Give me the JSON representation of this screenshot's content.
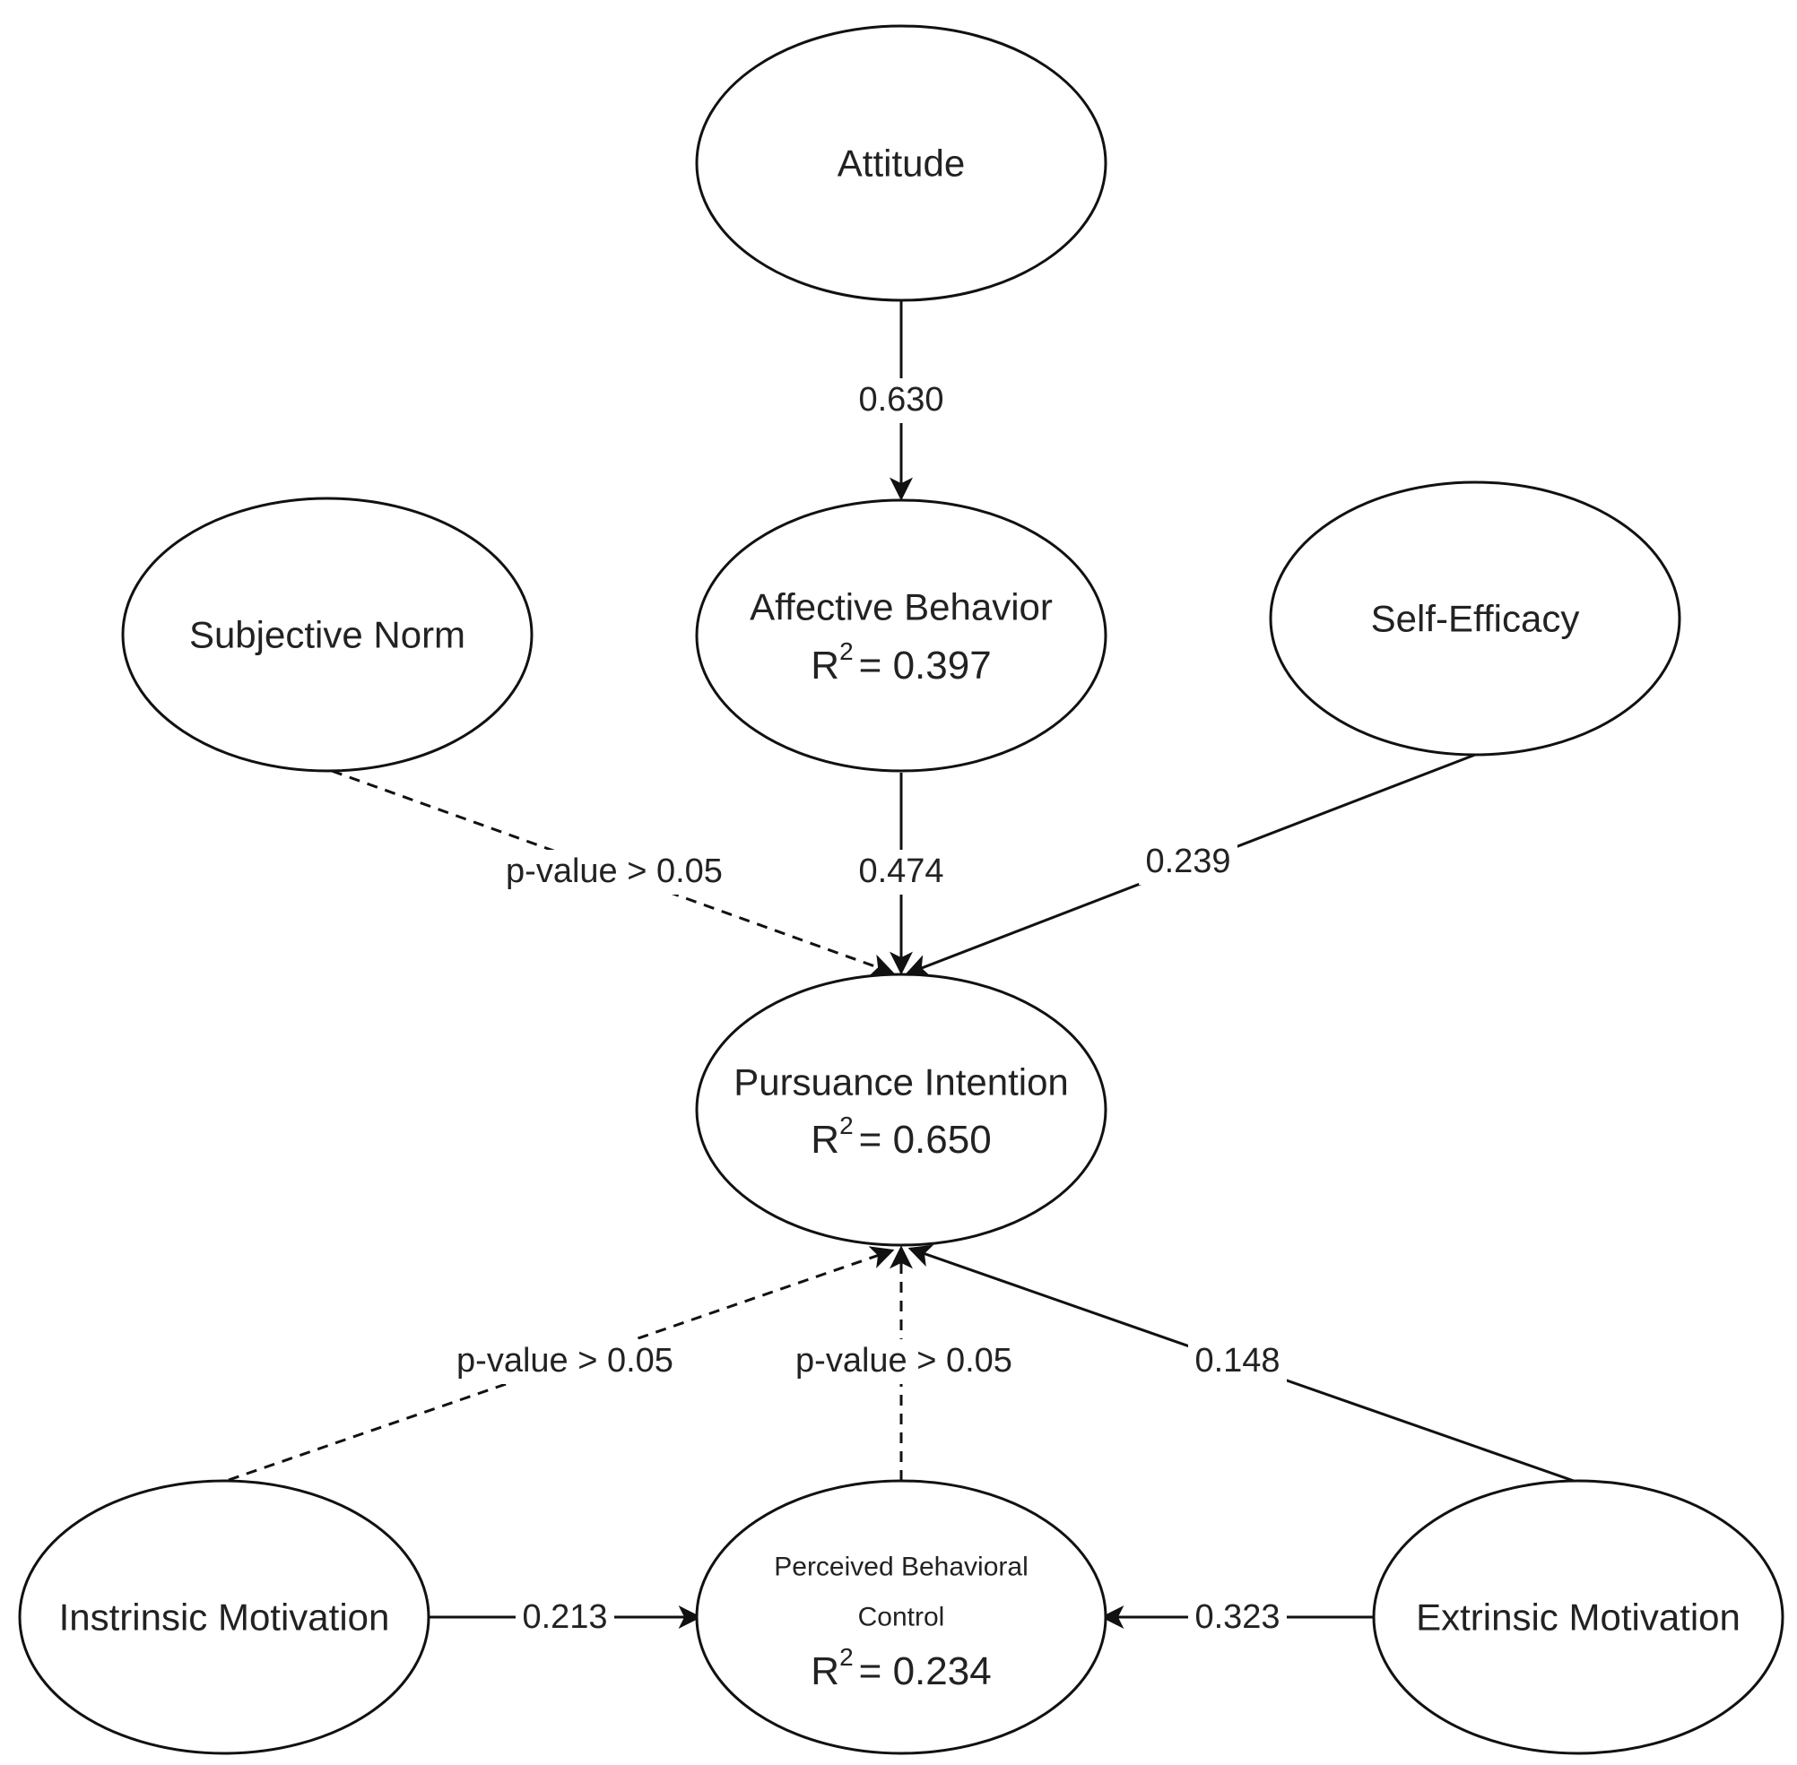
{
  "colors": {
    "stroke": "#111111",
    "text": "#222222",
    "background": "#ffffff"
  },
  "nodes": {
    "attitude": {
      "label": "Attitude"
    },
    "affective_behavior": {
      "label": "Affective Behavior",
      "r2_symbol": "R",
      "r2_sup": "2",
      "r2_value": "= 0.397"
    },
    "subjective_norm": {
      "label": "Subjective Norm"
    },
    "self_efficacy": {
      "label": "Self-Efficacy"
    },
    "pursuance_intention": {
      "label": "Pursuance Intention",
      "r2_symbol": "R",
      "r2_sup": "2",
      "r2_value": "= 0.650"
    },
    "intrinsic_motivation": {
      "label": "Instrinsic Motivation"
    },
    "perceived_behavioral_control": {
      "label_line1": "Perceived Behavioral",
      "label_line2": "Control",
      "r2_symbol": "R",
      "r2_sup": "2",
      "r2_value": "= 0.234"
    },
    "extrinsic_motivation": {
      "label": "Extrinsic Motivation"
    }
  },
  "edges": [
    {
      "from": "Attitude",
      "to": "Affective Behavior",
      "label": "0.630",
      "style": "solid"
    },
    {
      "from": "Subjective Norm",
      "to": "Pursuance Intention",
      "label": "p-value > 0.05",
      "style": "dashed"
    },
    {
      "from": "Affective Behavior",
      "to": "Pursuance Intention",
      "label": "0.474",
      "style": "solid"
    },
    {
      "from": "Self-Efficacy",
      "to": "Pursuance Intention",
      "label": "0.239",
      "style": "solid"
    },
    {
      "from": "Instrinsic Motivation",
      "to": "Pursuance Intention",
      "label": "p-value > 0.05",
      "style": "dashed"
    },
    {
      "from": "Perceived Behavioral Control",
      "to": "Pursuance Intention",
      "label": "p-value > 0.05",
      "style": "dashed"
    },
    {
      "from": "Extrinsic Motivation",
      "to": "Pursuance Intention",
      "label": "0.148",
      "style": "solid"
    },
    {
      "from": "Instrinsic Motivation",
      "to": "Perceived Behavioral Control",
      "label": "0.213",
      "style": "solid"
    },
    {
      "from": "Extrinsic Motivation",
      "to": "Perceived Behavioral Control",
      "label": "0.323",
      "style": "solid"
    }
  ]
}
